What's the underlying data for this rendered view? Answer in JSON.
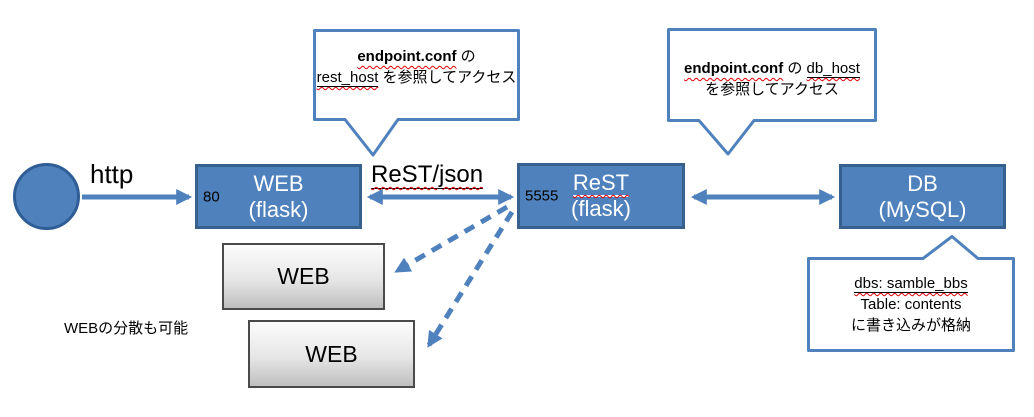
{
  "nodes": {
    "web": {
      "title": "WEB",
      "subtitle": "(flask)",
      "port": "80"
    },
    "rest": {
      "title": "ReST",
      "subtitle": "(flask)",
      "port": "5555"
    },
    "db": {
      "title": "DB",
      "subtitle": "(MySQL)"
    },
    "web_replicas": [
      "WEB",
      "WEB"
    ]
  },
  "labels": {
    "http": "http",
    "rest_json": "ReST/json",
    "web_scaling_note": "WEBの分散も可能"
  },
  "callouts": {
    "rest_host": {
      "file": "endpoint.conf",
      "particle": " の",
      "key": "rest_host",
      "suffix": " を参照してアクセス"
    },
    "db_host": {
      "file": "endpoint.conf",
      "particle": " の ",
      "key": "db_host",
      "suffix": "を参照してアクセス"
    },
    "db_detail": {
      "line1": "dbs: samble_bbs",
      "line2": "Table: contents",
      "line3": "に書き込みが格納"
    }
  },
  "colors": {
    "node_fill": "#4f81bd",
    "node_border": "#36618e",
    "arrow": "#4f81bd",
    "callout_border": "#4f81bd",
    "squiggle": "#e00000",
    "replica_border": "#4a4a4a"
  }
}
